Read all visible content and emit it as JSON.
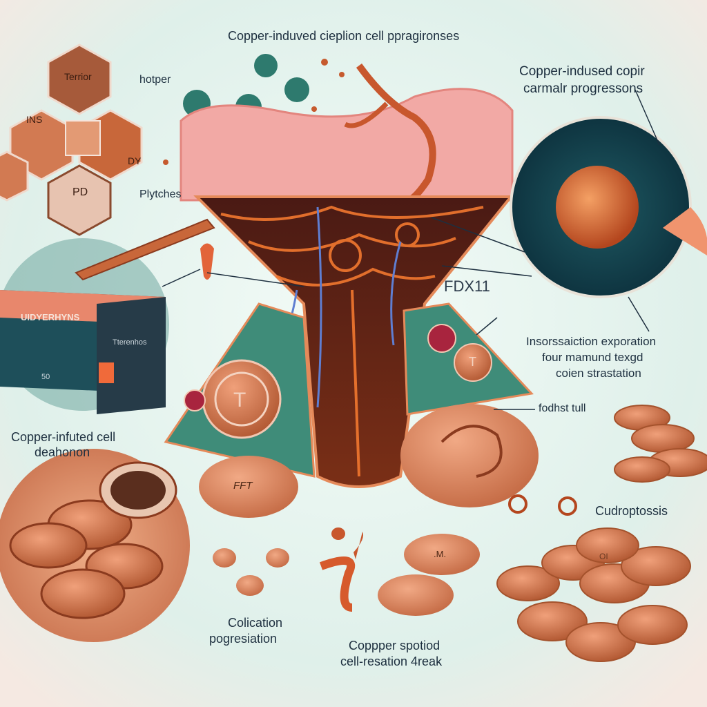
{
  "labels": {
    "top_title": "Copper-induved cieplion  cell ppragironses",
    "right_title_1": "Copper-indused  copir",
    "right_title_2": "carmalr progressons",
    "hotper": "hotper",
    "plytches": "Plytches",
    "fdx": "FDX11",
    "right_desc_1": "Insorssaiction exporation",
    "right_desc_2": "four mamund texgd",
    "right_desc_3": "coien strastation",
    "fodhst": "fodhst tull",
    "left_caption_1": "Copper-infuted cell",
    "left_caption_2": "deahonon",
    "cudroptosis": "Cudroptossis",
    "bottom_left_1": "Colication",
    "bottom_left_2": "pogresiation",
    "bottom_center_1": "Coppper spotiod",
    "bottom_center_2": "cell-resation 4reak"
  },
  "hexagons": {
    "terrior": "Terrior",
    "ins": "INS",
    "dy": "DY",
    "pd": "PD"
  },
  "tags": {
    "big_token": "T",
    "small_token": "T",
    "pill_1": "FFT",
    "pill_2": ".M.",
    "coin": "OI"
  },
  "box_side": {
    "banner": "UIDYERHYNS",
    "note": "Tterenhos",
    "num": "50"
  },
  "colors": {
    "copper": "#c8673a",
    "teal": "#2a7a72",
    "pink": "#f2a9a5",
    "text": "#1d2f3f"
  }
}
